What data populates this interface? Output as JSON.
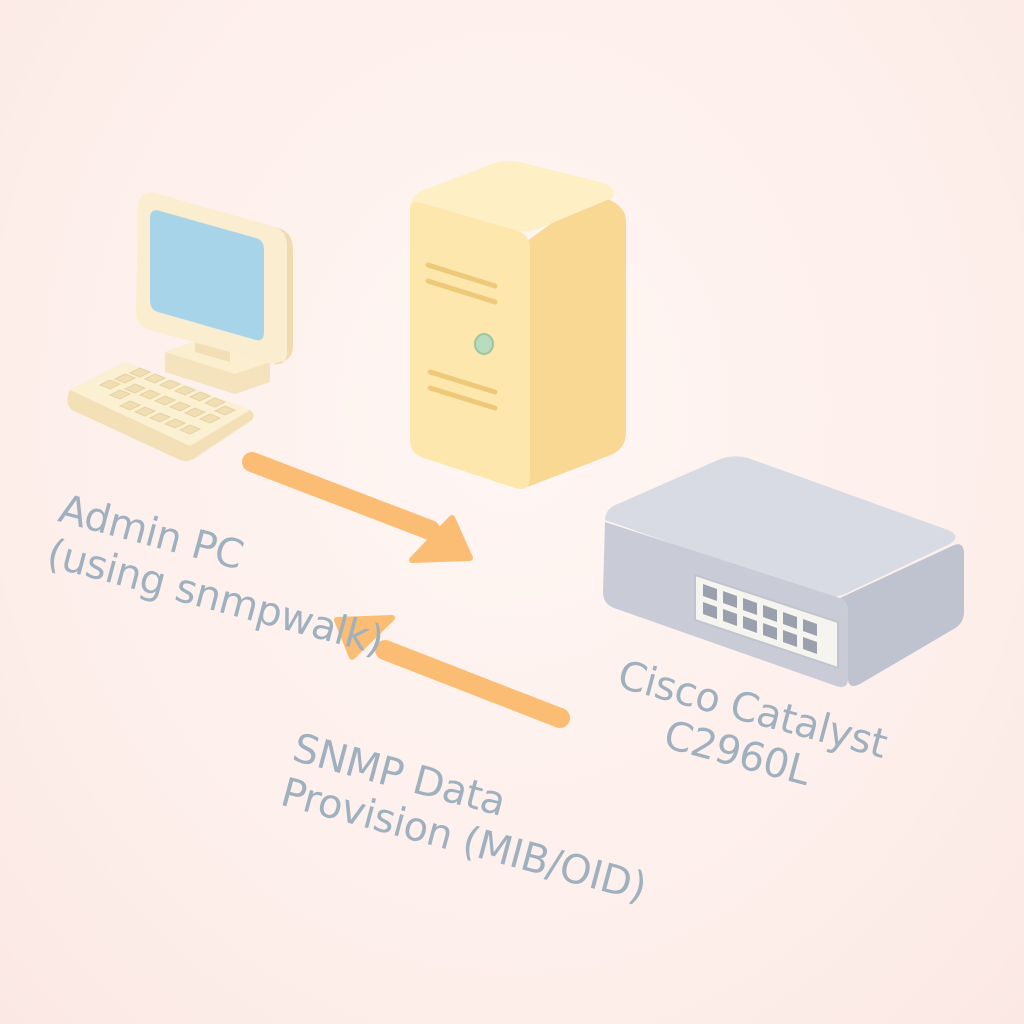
{
  "labels": {
    "admin_pc": {
      "line1": "Admin PC",
      "line2": "(using snmpwalk)"
    },
    "snmp_flow": {
      "line1": "SNMP Data",
      "line2": "Provision (MIB/OID)"
    },
    "switch": {
      "line1": "Cisco Catalyst",
      "line2": "C2960L"
    }
  },
  "colors": {
    "background": "#fdf1ee",
    "label_text": "#9fb0bf",
    "arrow": "#fbbd74",
    "server": "#fde3a4",
    "switch": "#cfd2dc",
    "screen": "#a8d4ea"
  },
  "icons": {
    "admin_pc": "desktop-computer-icon",
    "server": "server-tower-icon",
    "switch": "network-switch-icon"
  }
}
